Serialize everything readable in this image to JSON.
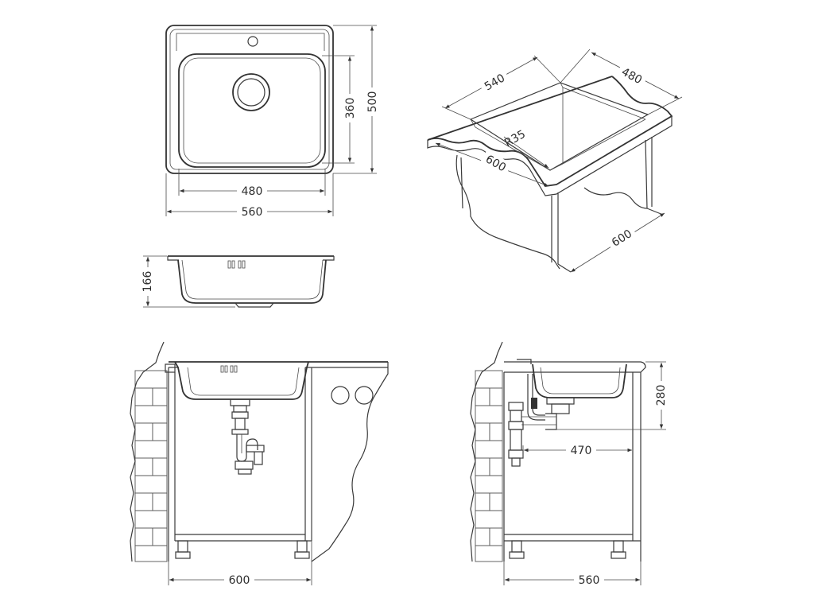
{
  "dimensions": {
    "top_outer_width": "560",
    "top_inner_width": "480",
    "top_outer_depth": "500",
    "top_inner_depth": "360",
    "side_height": "166",
    "iso_inner_width": "540",
    "iso_inner_depth": "480",
    "iso_radius": "R35",
    "iso_outer_width": "600",
    "iso_cabinet_depth": "600",
    "front_cabinet_width": "600",
    "side_cabinet_depth": "560",
    "side_drain_offset": "470",
    "side_install_depth": "280"
  }
}
